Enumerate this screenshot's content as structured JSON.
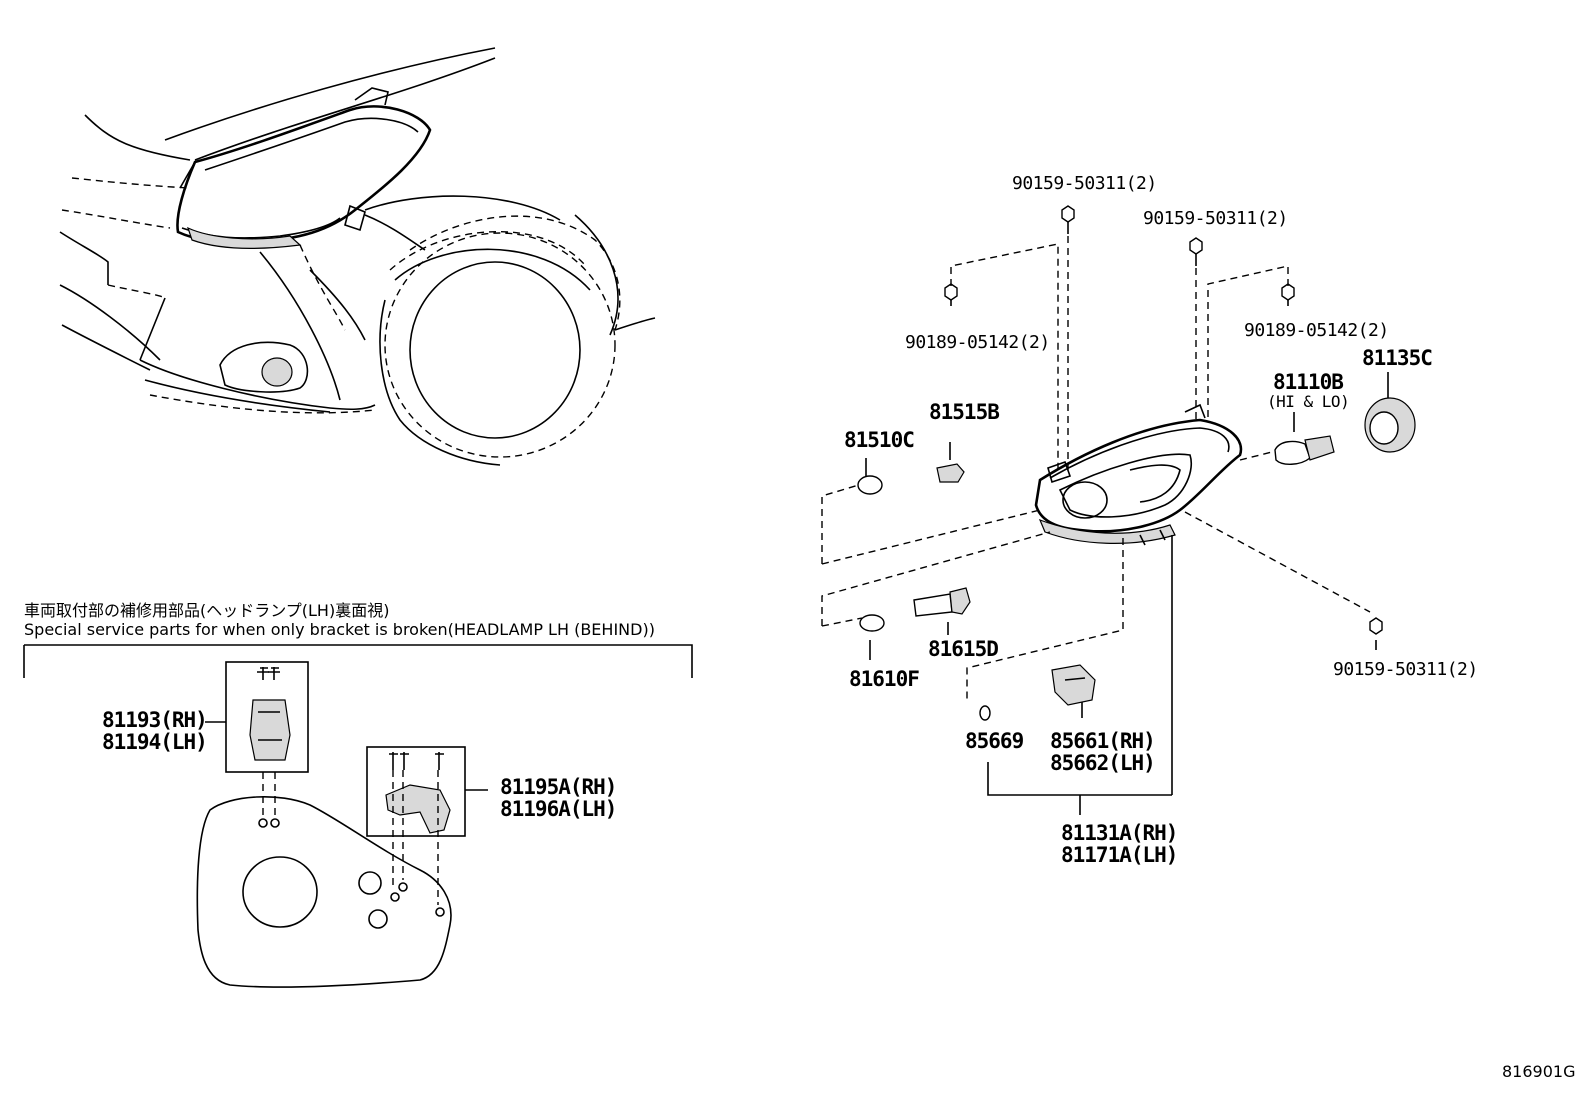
{
  "note": {
    "japanese": "車両取付部の補修用部品(ヘッドランプ(LH)裏面視)",
    "english": "Special service parts for when only bracket is broken(HEADLAMP LH (BEHIND))"
  },
  "labels": {
    "bolt_top_left": "90159-50311(2)",
    "bolt_top_right": "90159-50311(2)",
    "bolt_right_bottom": "90159-50311(2)",
    "nut_left": "90189-05142(2)",
    "nut_right": "90189-05142(2)",
    "socket_81515B": "81515B",
    "bulb_81510C": "81510C",
    "bulb_81110B": "81110B",
    "bulb_81110B_note": "(HI & LO)",
    "cover_81135C": "81135C",
    "socket_81615D": "81615D",
    "bulb_81610F": "81610F",
    "gasket_85669": "85669",
    "actuator_rh": "85661(RH)",
    "actuator_lh": "85662(LH)",
    "headlamp_rh": "81131A(RH)",
    "headlamp_lh": "81171A(LH)",
    "bracket_a_rh": "81193(RH)",
    "bracket_a_lh": "81194(LH)",
    "bracket_b_rh": "81195A(RH)",
    "bracket_b_lh": "81196A(LH)"
  },
  "figure_id": "816901G"
}
